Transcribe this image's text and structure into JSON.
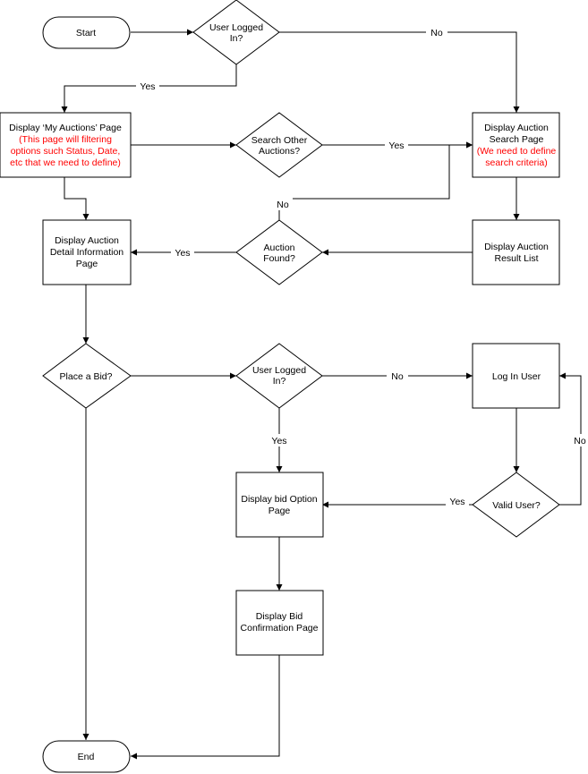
{
  "nodes": {
    "start": {
      "lines": [
        "Start"
      ]
    },
    "user_logged_in_1": {
      "lines": [
        "User Logged",
        "In?"
      ]
    },
    "my_auctions": {
      "lines": [
        "Display ‘My Auctions’ Page"
      ],
      "note": [
        "(This page will filtering",
        "options such Status, Date,",
        "etc that we need to define)"
      ]
    },
    "search_other": {
      "lines": [
        "Search Other",
        "Auctions?"
      ]
    },
    "search_page": {
      "lines": [
        "Display Auction",
        "Search Page"
      ],
      "note": [
        "(We need to define",
        "search criteria)"
      ]
    },
    "detail_page": {
      "lines": [
        "Display Auction",
        "Detail Information",
        "Page"
      ]
    },
    "auction_found": {
      "lines": [
        "Auction",
        "Found?"
      ]
    },
    "result_list": {
      "lines": [
        "Display Auction",
        "Result List"
      ]
    },
    "place_bid": {
      "lines": [
        "Place a Bid?"
      ]
    },
    "user_logged_in_2": {
      "lines": [
        "User Logged",
        "In?"
      ]
    },
    "log_in_user": {
      "lines": [
        "Log In User"
      ]
    },
    "bid_option": {
      "lines": [
        "Display bid Option",
        "Page"
      ]
    },
    "valid_user": {
      "lines": [
        "Valid User?"
      ]
    },
    "bid_confirmation": {
      "lines": [
        "Display Bid",
        "Confirmation Page"
      ]
    },
    "end": {
      "lines": [
        "End"
      ]
    }
  },
  "edge_labels": {
    "login1_no": "No",
    "login1_yes": "Yes",
    "search_yes": "Yes",
    "found_no": "No",
    "found_yes": "Yes",
    "login2_no": "No",
    "login2_yes": "Yes",
    "valid_yes": "Yes",
    "valid_no": "No"
  }
}
